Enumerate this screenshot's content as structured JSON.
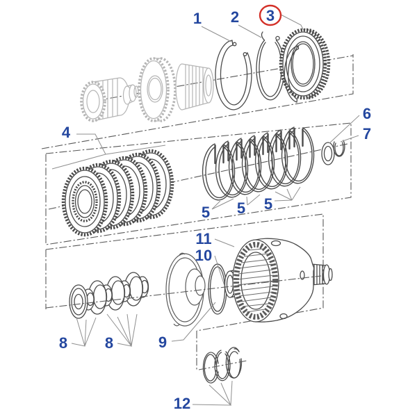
{
  "figure": {
    "kind": "exploded-parts-diagram",
    "background": "#ffffff"
  },
  "colors": {
    "label": "#24479f",
    "highlight": "#d33028",
    "line": "#4a4a4a",
    "faded_line": "#b5b5b5",
    "leader": "#8f8f8f",
    "centerline": "#585858"
  },
  "highlight": {
    "callout": "3"
  },
  "callouts": {
    "c1": {
      "label": "1"
    },
    "c2": {
      "label": "2"
    },
    "c3": {
      "label": "3"
    },
    "c4": {
      "label": "4"
    },
    "c5a": {
      "label": "5"
    },
    "c5b": {
      "label": "5"
    },
    "c5c": {
      "label": "5"
    },
    "c6": {
      "label": "6"
    },
    "c7": {
      "label": "7"
    },
    "c8a": {
      "label": "8"
    },
    "c8b": {
      "label": "8"
    },
    "c9": {
      "label": "9"
    },
    "c10": {
      "label": "10"
    },
    "c11": {
      "label": "11"
    },
    "c12": {
      "label": "12"
    }
  }
}
